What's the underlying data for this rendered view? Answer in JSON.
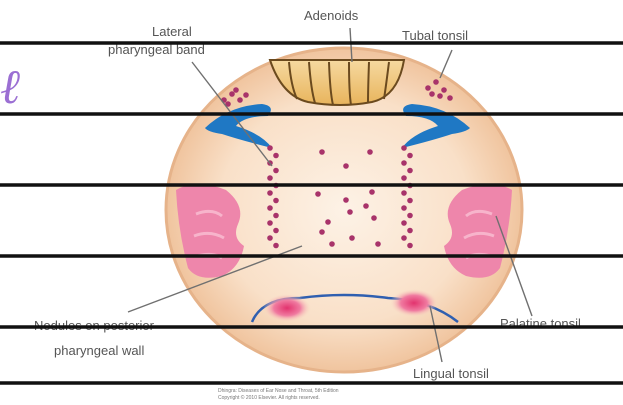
{
  "labels": {
    "adenoids": "Adenoids",
    "lateral_line1": "Lateral",
    "lateral_line2": "pharyngeal band",
    "tubal_tonsil": "Tubal tonsil",
    "nodules_line1": "Nodules on posterior",
    "nodules_line2": "pharyngeal wall",
    "palatine_tonsil": "Palatine tonsil",
    "lingual_tonsil": "Lingual tonsil"
  },
  "handwriting": "ℓ",
  "copyright": {
    "line1": "Dhingra: Diseases of Ear Nose and Throat, 5th Edition",
    "line2": "Copyright © 2010 Elsevier. All rights reserved."
  },
  "colors": {
    "background": "#ffffff",
    "oral_fill": "#f9dcc4",
    "oral_rim": "#e6b38a",
    "adenoid_fill": "#f2cc86",
    "adenoid_stroke": "#6b4a1e",
    "tube": "#1f78c4",
    "dots": "#a8336a",
    "palatine": "#ee86ab",
    "lingual_glow": "#e9427a",
    "tongue_line": "#2f5fb0",
    "ruled_lines": "#111111",
    "handwriting": "#9b6fd3",
    "leader_lines": "#707070"
  }
}
